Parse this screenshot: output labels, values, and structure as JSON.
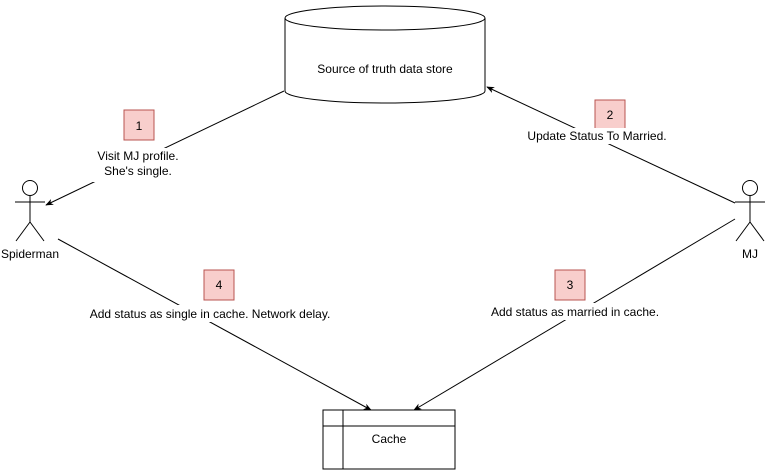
{
  "nodes": {
    "datastore": {
      "label": "Source of truth data store"
    },
    "cache": {
      "label": "Cache"
    },
    "spiderman": {
      "label": "Spiderman"
    },
    "mj": {
      "label": "MJ"
    }
  },
  "steps": [
    {
      "number": "1",
      "lines": [
        "Visit MJ profile.",
        "She's single."
      ]
    },
    {
      "number": "2",
      "lines": [
        "Update Status To Married."
      ]
    },
    {
      "number": "3",
      "lines": [
        "Add status as married in cache."
      ]
    },
    {
      "number": "4",
      "lines": [
        "Add status as single in cache. Network delay."
      ]
    }
  ],
  "colors": {
    "line": "#000000",
    "badge_fill": "#f8cecc",
    "badge_stroke": "#b85450"
  }
}
